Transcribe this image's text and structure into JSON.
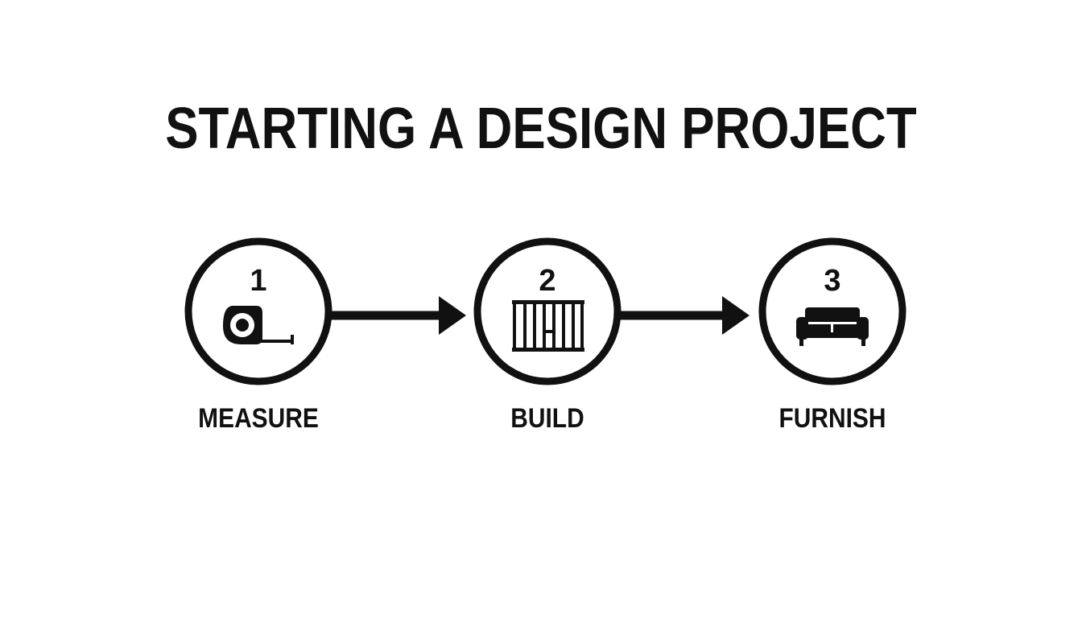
{
  "title": "STARTING A DESIGN PROJECT",
  "steps": [
    {
      "number": "1",
      "label": "MEASURE",
      "icon": "tape-measure-icon"
    },
    {
      "number": "2",
      "label": "BUILD",
      "icon": "framing-icon"
    },
    {
      "number": "3",
      "label": "FURNISH",
      "icon": "sofa-icon"
    }
  ],
  "colors": {
    "ink": "#111111",
    "background": "#ffffff"
  }
}
